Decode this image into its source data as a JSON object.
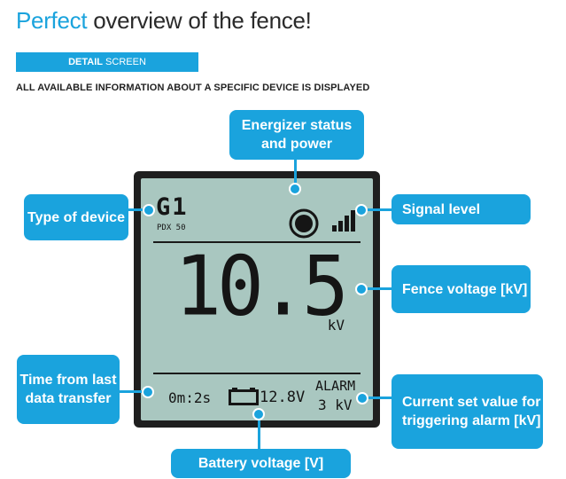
{
  "header": {
    "title_accent": "Perfect",
    "title_rest": " overview of the fence!",
    "tag_bold": "DETAIL",
    "tag_rest": " SCREEN",
    "subtitle": "ALL AVAILABLE INFORMATION ABOUT A SPECIFIC DEVICE IS DISPLAYED"
  },
  "display": {
    "device_type": "G1",
    "device_model": "PDX 50",
    "fence_voltage": "10.5",
    "voltage_unit": "kV",
    "time_since_transfer": "0m:2s",
    "battery_voltage": "12.8V",
    "alarm_label": "ALARM",
    "alarm_value": "3 kV",
    "signal_bars": 4,
    "icons": [
      "energizer-status-icon",
      "signal-level-icon",
      "battery-icon"
    ]
  },
  "callouts": {
    "energizer": "Energizer status and power",
    "type": "Type of device",
    "signal": "Signal level",
    "fence_voltage": "Fence voltage [kV]",
    "time": "Time from last data transfer",
    "alarm": "Current set value for triggering alarm [kV]",
    "battery": "Battery voltage [V]"
  },
  "colors": {
    "accent": "#1aa3dd",
    "lcd_background": "#a9c7c0",
    "device_frame": "#1f1f1f"
  }
}
